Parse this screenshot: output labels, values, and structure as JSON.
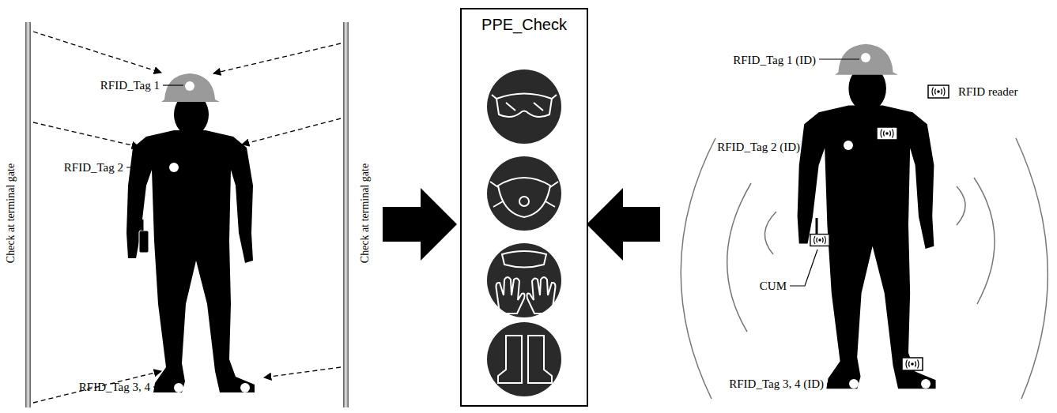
{
  "diagram": {
    "nodes": [
      {
        "text": [
          "PPE_Check"
        ]
      }
    ],
    "edges": [],
    "labels": [
      "Check at terminal gate",
      "Check at terminal gate",
      "RFID_Tag 1",
      "RFID_Tag 2",
      "RFID_Tag 3, 4",
      "RFID_Tag 1 (ID)",
      "RFID_Tag 2 (ID)",
      "CUM",
      "RFID_Tag 3, 4 (ID)"
    ],
    "legend": [
      {
        "text": "RFID reader"
      }
    ]
  }
}
